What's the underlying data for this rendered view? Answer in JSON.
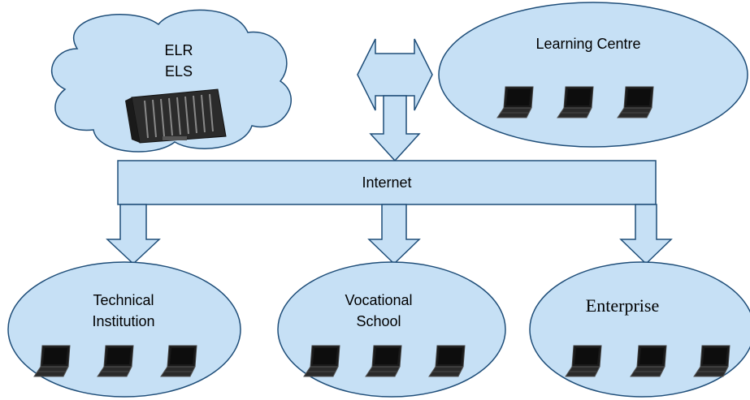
{
  "colors": {
    "fill": "#c6e0f5",
    "stroke": "#1f4e79",
    "laptop_body": "#1a1a1a",
    "laptop_screen": "#0d0d0d"
  },
  "icons": {
    "server": "blade-server-rack-icon",
    "laptop": "laptop-icon"
  },
  "cloud": {
    "line1": "ELR",
    "line2": "ELS"
  },
  "learning_centre": {
    "label": "Learning Centre"
  },
  "internet": {
    "label": "Internet"
  },
  "technical": {
    "line1": "Technical",
    "line2": "Institution"
  },
  "vocational": {
    "line1": "Vocational",
    "line2": "School"
  },
  "enterprise": {
    "label": "Enterprise"
  }
}
